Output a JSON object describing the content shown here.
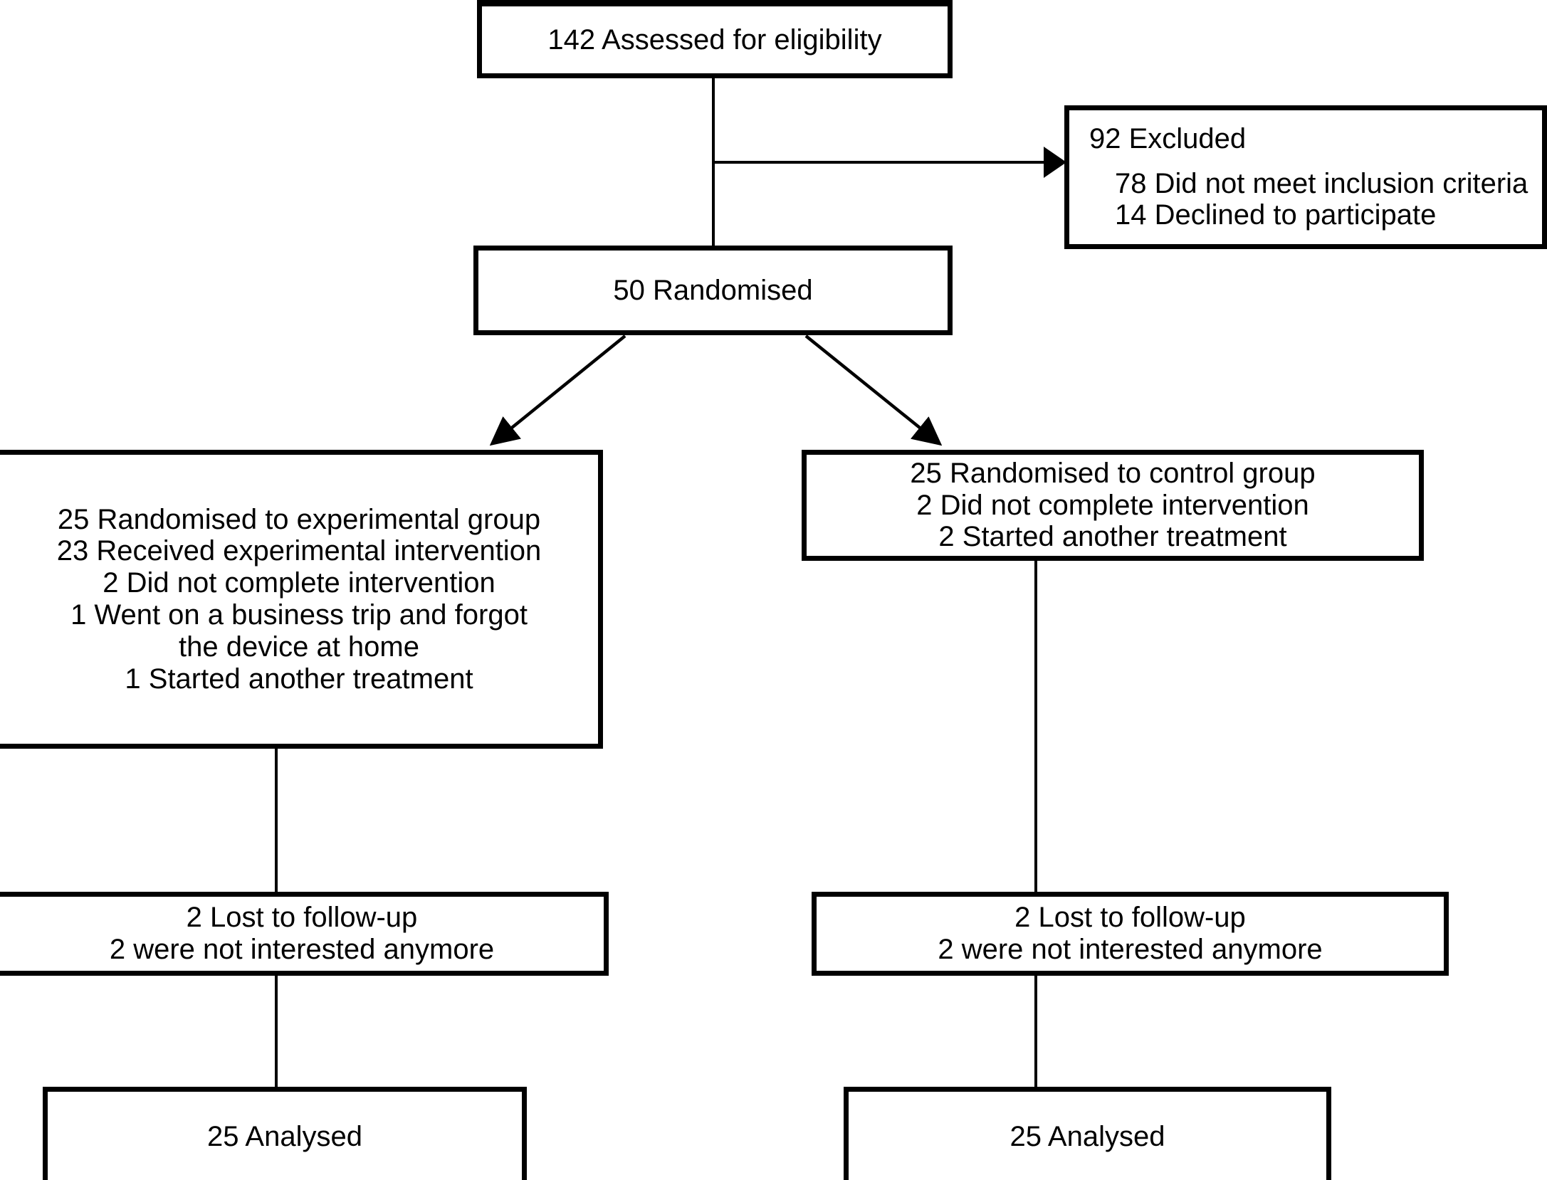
{
  "diagram": {
    "title": "CONSORT participant flow diagram",
    "type": "flowchart",
    "stroke_color": "#000000",
    "background_color": "#ffffff"
  },
  "nodes": {
    "assessed": {
      "name": "assessed-for-eligibility",
      "lines": [
        "142 Assessed for eligibility"
      ]
    },
    "excluded": {
      "name": "excluded",
      "heading": "92 Excluded",
      "reasons": [
        "78 Did not meet inclusion criteria",
        "14 Declined to participate"
      ]
    },
    "randomised": {
      "name": "randomised",
      "lines": [
        "50 Randomised"
      ]
    },
    "experimental": {
      "name": "experimental-group",
      "lines": [
        "25 Randomised to experimental group",
        "23 Received experimental intervention",
        "2 Did not complete intervention",
        "1 Went on a business trip and forgot",
        "the device at home",
        "1 Started another treatment"
      ]
    },
    "control": {
      "name": "control-group",
      "lines": [
        "25 Randomised to control group",
        "2 Did not complete intervention",
        "2 Started another treatment"
      ]
    },
    "lost_left": {
      "name": "lost-to-follow-up-experimental",
      "lines": [
        "2 Lost to follow-up",
        "2 were not interested anymore"
      ]
    },
    "lost_right": {
      "name": "lost-to-follow-up-control",
      "lines": [
        "2 Lost to follow-up",
        "2 were not interested anymore"
      ]
    },
    "analysed_left": {
      "name": "analysed-experimental",
      "lines": [
        "25 Analysed"
      ]
    },
    "analysed_right": {
      "name": "analysed-control",
      "lines": [
        "25 Analysed"
      ]
    }
  },
  "chart_data": {
    "type": "flowchart",
    "title": "CONSORT flow diagram",
    "nodes": [
      {
        "id": "assessed",
        "label": "142 Assessed for eligibility",
        "count": 142
      },
      {
        "id": "excluded",
        "label": "92 Excluded",
        "count": 92,
        "details": [
          {
            "label": "Did not meet inclusion criteria",
            "count": 78
          },
          {
            "label": "Declined to participate",
            "count": 14
          }
        ]
      },
      {
        "id": "randomised",
        "label": "50 Randomised",
        "count": 50
      },
      {
        "id": "experimental",
        "label": "25 Randomised to experimental group",
        "count": 25,
        "details": [
          {
            "label": "Received experimental intervention",
            "count": 23
          },
          {
            "label": "Did not complete intervention",
            "count": 2
          },
          {
            "label": "Went on a business trip and forgot the device at home",
            "count": 1
          },
          {
            "label": "Started another treatment",
            "count": 1
          }
        ]
      },
      {
        "id": "control",
        "label": "25 Randomised to control group",
        "count": 25,
        "details": [
          {
            "label": "Did not complete intervention",
            "count": 2
          },
          {
            "label": "Started another treatment",
            "count": 2
          }
        ]
      },
      {
        "id": "lost_left",
        "label": "2 Lost to follow-up",
        "count": 2,
        "details": [
          {
            "label": "were not interested anymore",
            "count": 2
          }
        ]
      },
      {
        "id": "lost_right",
        "label": "2 Lost to follow-up",
        "count": 2,
        "details": [
          {
            "label": "were not interested anymore",
            "count": 2
          }
        ]
      },
      {
        "id": "analysed_left",
        "label": "25 Analysed",
        "count": 25
      },
      {
        "id": "analysed_right",
        "label": "25 Analysed",
        "count": 25
      }
    ],
    "edges": [
      {
        "from": "assessed",
        "to": "randomised",
        "style": "line"
      },
      {
        "from": "assessed",
        "to": "excluded",
        "style": "arrow"
      },
      {
        "from": "randomised",
        "to": "experimental",
        "style": "arrow"
      },
      {
        "from": "randomised",
        "to": "control",
        "style": "arrow"
      },
      {
        "from": "experimental",
        "to": "lost_left",
        "style": "line"
      },
      {
        "from": "control",
        "to": "lost_right",
        "style": "line"
      },
      {
        "from": "lost_left",
        "to": "analysed_left",
        "style": "line"
      },
      {
        "from": "lost_right",
        "to": "analysed_right",
        "style": "line"
      }
    ]
  }
}
